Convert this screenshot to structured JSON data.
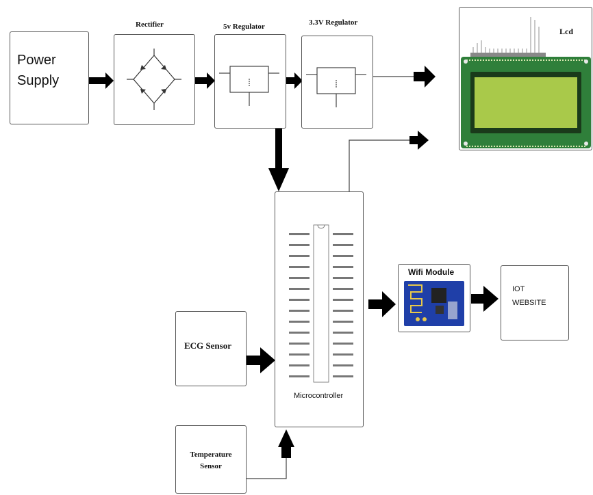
{
  "blocks": {
    "power_supply": "Power\nSupply",
    "rectifier": "Rectifier",
    "reg5": "5v Regulator",
    "reg33": "3.3V Regulator",
    "lcd": "Lcd",
    "microcontroller": "Microcontroller",
    "wifi": "Wifi Module",
    "iot": "IOT\nWEBSITE",
    "ecg": "ECG Sensor",
    "temperature": "Temperature\nSensor"
  },
  "colors": {
    "lcd_board": "#2f7f3a",
    "lcd_screen": "#a9c94a",
    "wifi_board": "#1f3fa8"
  }
}
